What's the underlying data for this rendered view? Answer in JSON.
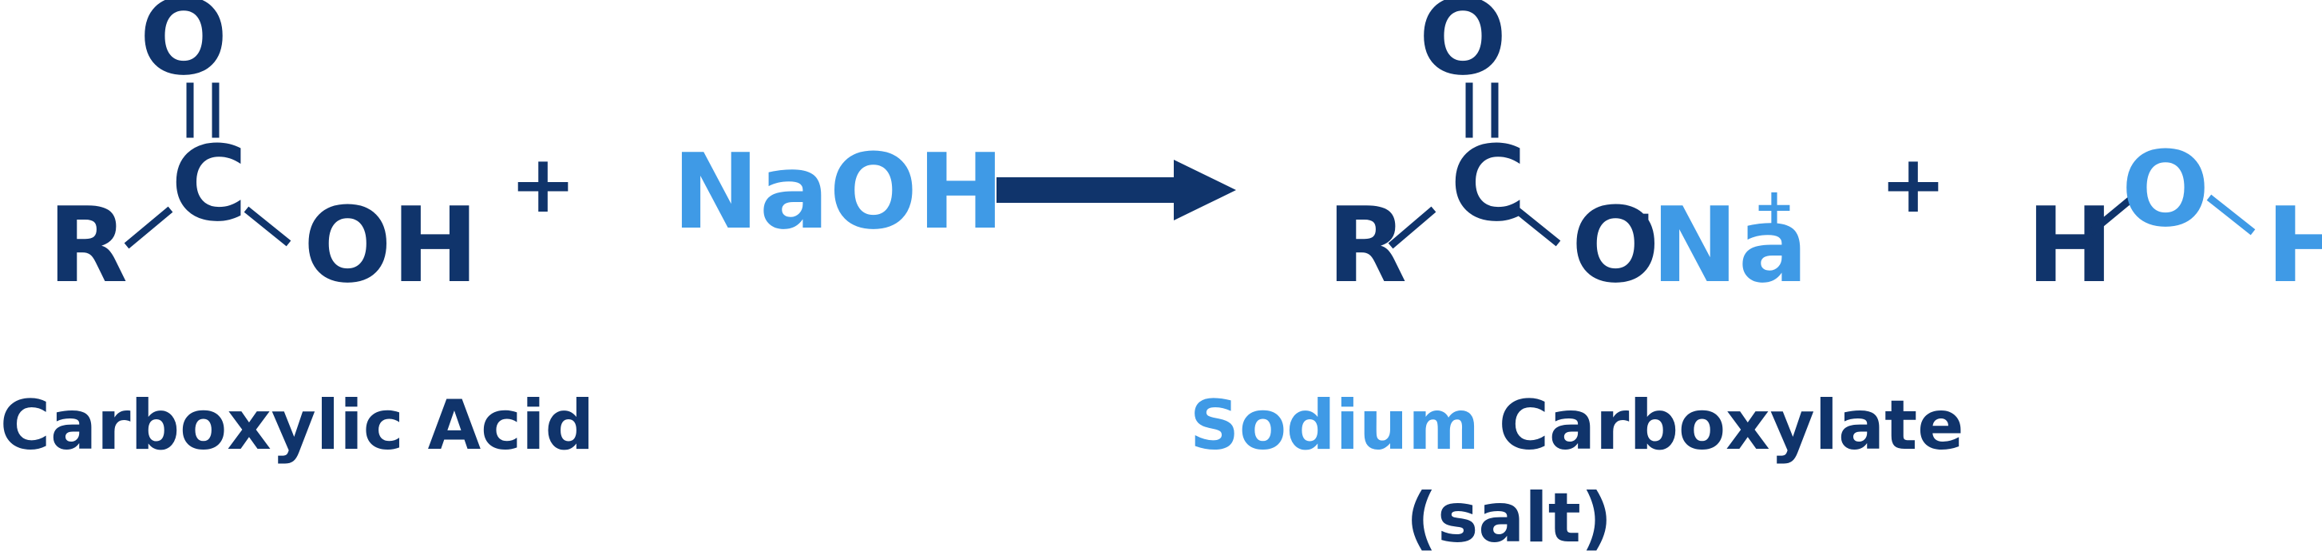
{
  "atoms": {
    "r1": "R",
    "c1": "C",
    "o_dbl1": "O",
    "oh1": "OH",
    "naoh": "NaOH",
    "r2": "R",
    "c2": "C",
    "o_dbl2": "O",
    "o_single2": "O",
    "na2": "Na",
    "water_h_left": "H",
    "water_o": "O",
    "water_h_right": "H"
  },
  "charges": {
    "minus": "-",
    "plus": "+"
  },
  "operators": {
    "plus1": "+",
    "plus2": "+"
  },
  "labels": {
    "carboxylic_acid": "Carboxylic Acid",
    "sodium": "Sodium",
    "carboxylate": "Carboxylate",
    "salt": "(salt)"
  },
  "colors": {
    "dark": "#10346b",
    "light": "#3f9ae6"
  }
}
